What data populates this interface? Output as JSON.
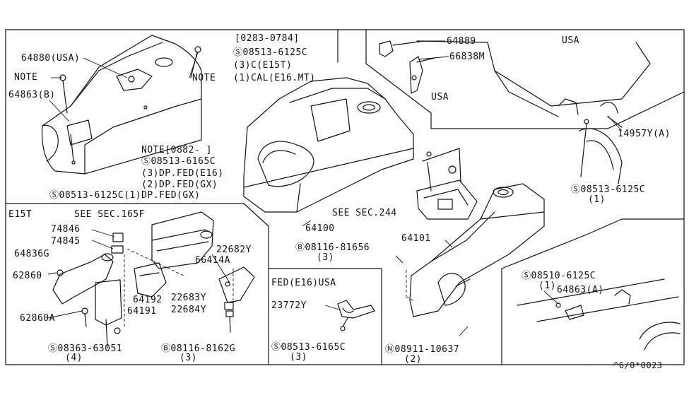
{
  "labels": {
    "p64880": "64880(USA)",
    "note1": "NOTE",
    "p64863b": "64863(B)",
    "note2": "NOTE",
    "date1": "[0283-0784]",
    "s1": "Ⓢ08513-6125C",
    "s1a": "(3)C(E15T)",
    "s1b": "(1)CAL(E16.MT)",
    "note3": "NOTE[0882-    ]",
    "s2": "Ⓢ08513-6165C",
    "s2a": "(3)DP.FED(E16)",
    "s2b": "(2)DP.FED(GX)",
    "s3": "Ⓢ08513-6125C(1)DP.FED(GX)",
    "p64889": "64889",
    "p66838m": "66838M",
    "usa_small": "USA",
    "usa_top": "USA",
    "p14957": "14957Y(A)",
    "s4": "Ⓢ08513-6125C",
    "s4q": "(1)",
    "see244": "SEE SEC.244",
    "p64100": "64100",
    "b1": "Ⓑ08116-81656",
    "b1q": "(3)",
    "p64101": "64101",
    "e15t": "E15T",
    "see165": "SEE SEC.165F",
    "p74846": "74846",
    "p74845": "74845",
    "p64836g": "64836G",
    "p62860": "62860",
    "p62860a": "62860A",
    "p64192": "64192",
    "p64191": "64191",
    "p22682": "22682Y",
    "p66414": "66414A",
    "p22683": "22683Y",
    "p22684": "22684Y",
    "s5": "Ⓢ08363-63051",
    "s5q": "(4)",
    "b2": "Ⓑ08116-8162G",
    "b2q": "(3)",
    "fed": "FED(E16)USA",
    "p23772": "23772Y",
    "s6": "Ⓢ08513-6165C",
    "s6q": "(3)",
    "n1": "Ⓝ08911-10637",
    "n1q": "(2)",
    "s7": "Ⓢ08510-6125C",
    "s7q": "(1)",
    "p64863a": "64863(A)",
    "code": "^6/0*0023"
  }
}
